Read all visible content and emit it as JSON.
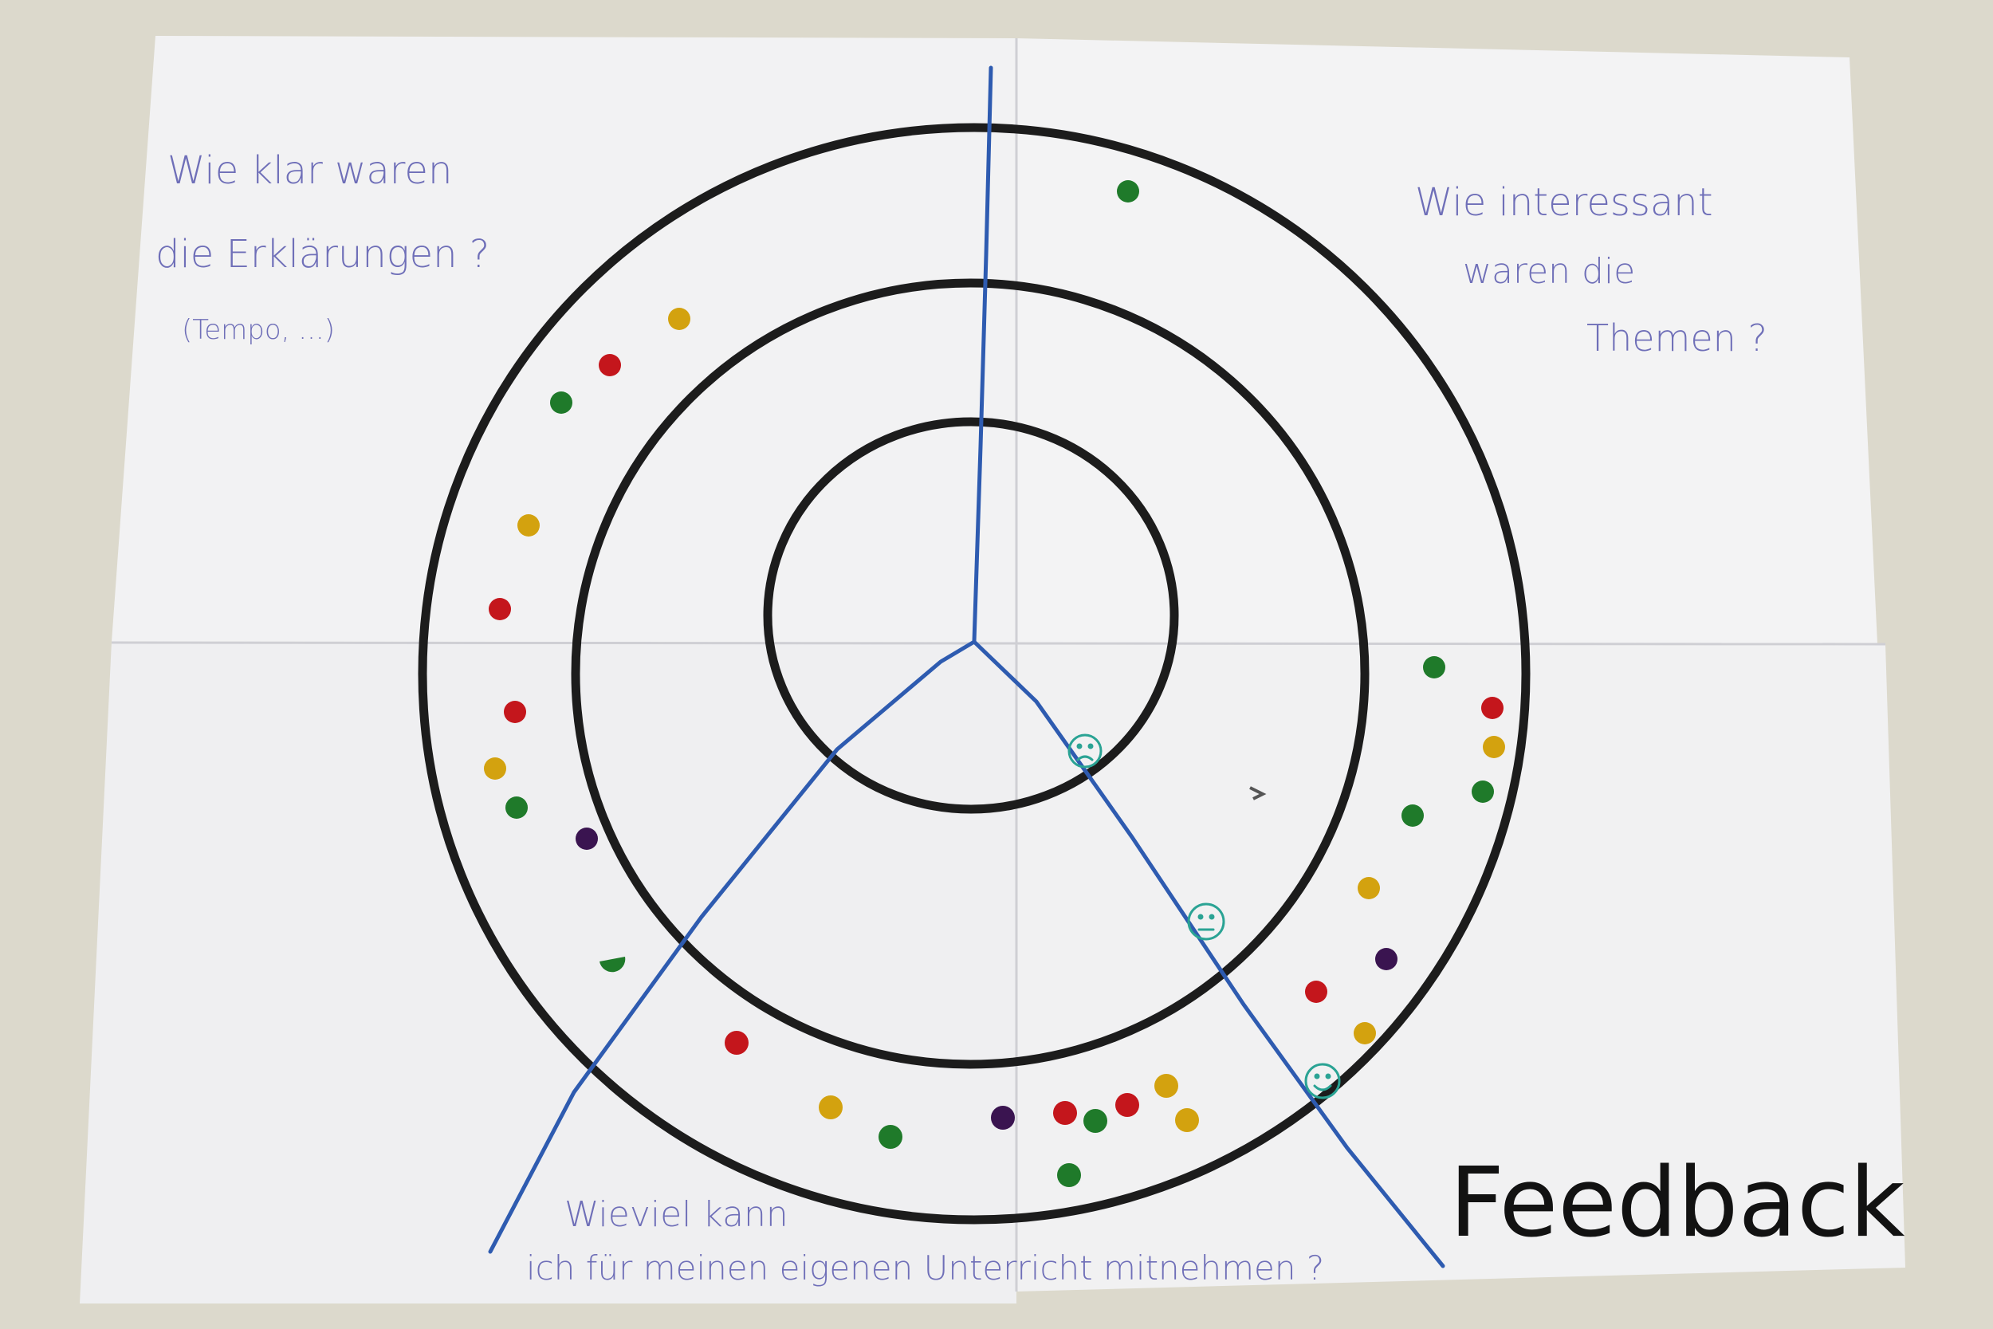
{
  "poster": {
    "questions": {
      "top_left": {
        "line1": "Wie klar waren",
        "line2": "die Erklärungen ?",
        "line3": "(Tempo, ...)"
      },
      "top_right": {
        "line1": "Wie interessant",
        "line2": "waren die",
        "line3": "Themen ?"
      },
      "bottom": {
        "line1": "Wieviel kann",
        "line2": "ich für meinen eigenen Unterricht mitnehmen ?"
      }
    },
    "title": "Feedback",
    "colors": {
      "ink_blue": "#6f6fb8",
      "line_blue": "#2e5bb0",
      "ring_black": "#1c1c1c",
      "dot_green": "#1f7a2a",
      "dot_red": "#c4161c",
      "dot_yellow": "#d3a20f",
      "dot_purple": "#3a1450",
      "smiley_teal": "#2aa394"
    },
    "smileys": [
      "sad-face",
      "neutral-face",
      "happy-face"
    ]
  }
}
